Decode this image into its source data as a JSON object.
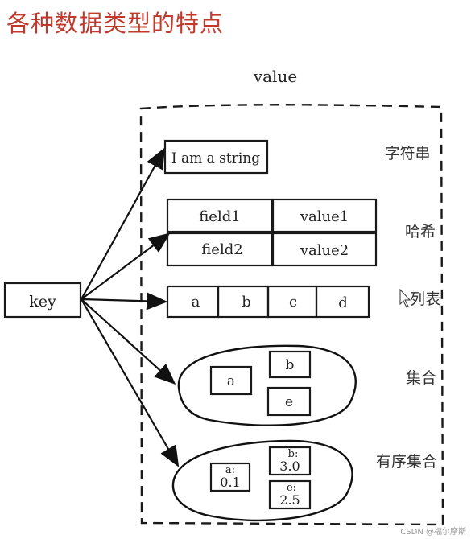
{
  "title": "各种数据类型的特点",
  "diagram": {
    "value_label": "value",
    "key_label": "key",
    "string": {
      "value": "I am a string",
      "type_label": "字符串"
    },
    "hash": {
      "fields": [
        {
          "field": "field1",
          "value": "value1"
        },
        {
          "field": "field2",
          "value": "value2"
        }
      ],
      "type_label": "哈希"
    },
    "list": {
      "items": [
        "a",
        "b",
        "c",
        "d"
      ],
      "type_label": "列表"
    },
    "set": {
      "items": [
        "a",
        "b",
        "e"
      ],
      "type_label": "集合"
    },
    "zset": {
      "items": [
        {
          "member": "a:",
          "score": "0.1"
        },
        {
          "member": "b:",
          "score": "3.0"
        },
        {
          "member": "e:",
          "score": "2.5"
        }
      ],
      "type_label": "有序集合"
    }
  },
  "watermark": "CSDN @福尔摩斯"
}
